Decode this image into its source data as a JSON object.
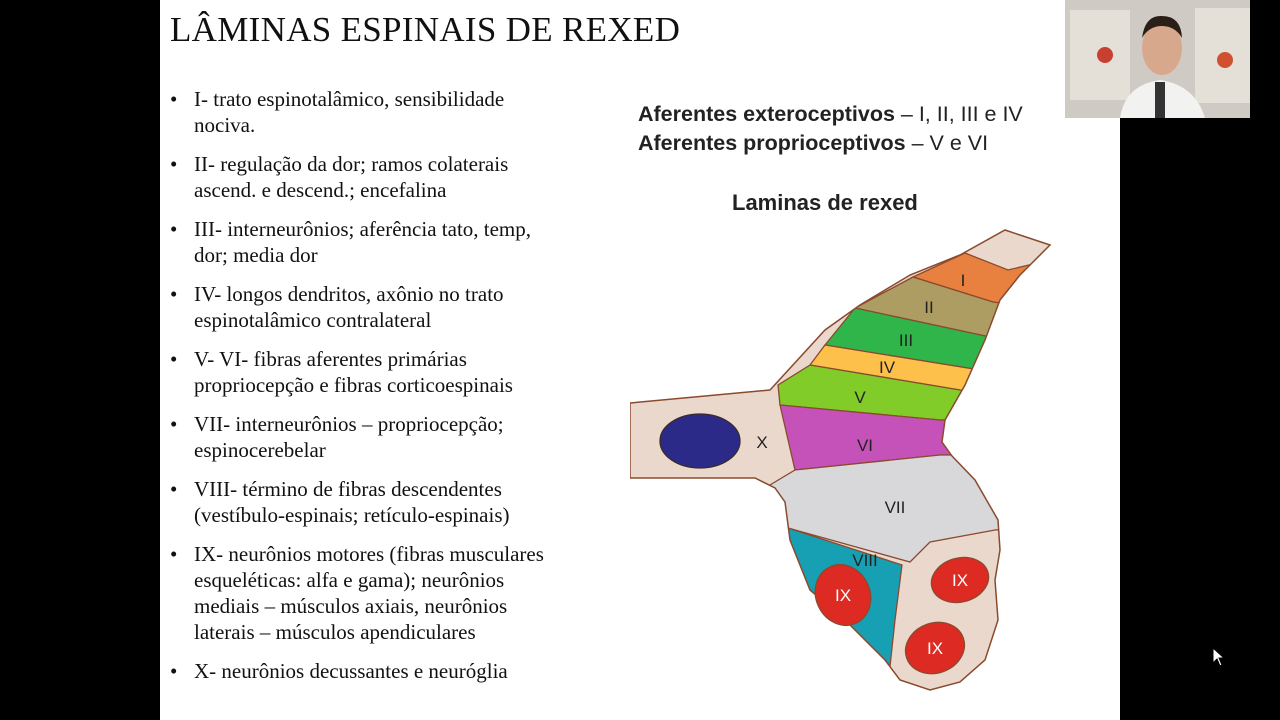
{
  "slide": {
    "title": "LÂMINAS ESPINAIS DE REXED",
    "bullets": [
      {
        "line1": "I- trato espinotalâmico, sensibilidade",
        "line2": "nociva."
      },
      {
        "line1": "II- regulação da dor; ramos colaterais",
        "line2": "ascend. e descend.; encefalina"
      },
      {
        "line1": "III- interneurônios; aferência tato, temp,",
        "line2": "dor; media dor"
      },
      {
        "line1": "IV- longos dendritos, axônio no trato",
        "line2": "espinotalâmico contralateral"
      },
      {
        "line1": "V- VI- fibras aferentes primárias",
        "line2": "propriocepção e fibras corticoespinais"
      },
      {
        "line1": "VII- interneurônios – propriocepção;",
        "line2": "espinocerebelar"
      },
      {
        "line1": "VIII- término de fibras descendentes",
        "line2": "(vestíbulo-espinais; retículo-espinais)"
      },
      {
        "line1": "IX- neurônios motores (fibras musculares",
        "line2": "esqueléticas: alfa e gama); neurônios",
        "line3": "mediais – músculos axiais, neurônios",
        "line4": "laterais – músculos apendiculares"
      },
      {
        "line1": "X- neurônios decussantes e neuróglia"
      }
    ],
    "afferents": {
      "ext_label": "Aferentes exteroceptivos",
      "ext_value": " – I, II, III e IV",
      "prop_label": "Aferentes proprioceptivos",
      "prop_value": " – V e VI"
    },
    "diagram": {
      "title": "Laminas de rexed",
      "labels": {
        "I": "I",
        "II": "II",
        "III": "III",
        "IV": "IV",
        "V": "V",
        "VI": "VI",
        "VII": "VII",
        "VIII": "VIII",
        "IX": "IX",
        "X": "X"
      },
      "colors": {
        "I": "#e8803f",
        "II": "#ad9d62",
        "III": "#2fb54a",
        "IV": "#fdc04a",
        "V": "#82cc2a",
        "VI": "#c552b8",
        "VII": "#d8d8db",
        "VIII": "#17a0b3",
        "IX": "#dd2a22",
        "X": "#2b2a88",
        "base": "#ead8cc",
        "outline": "#8a4a2e"
      }
    }
  }
}
